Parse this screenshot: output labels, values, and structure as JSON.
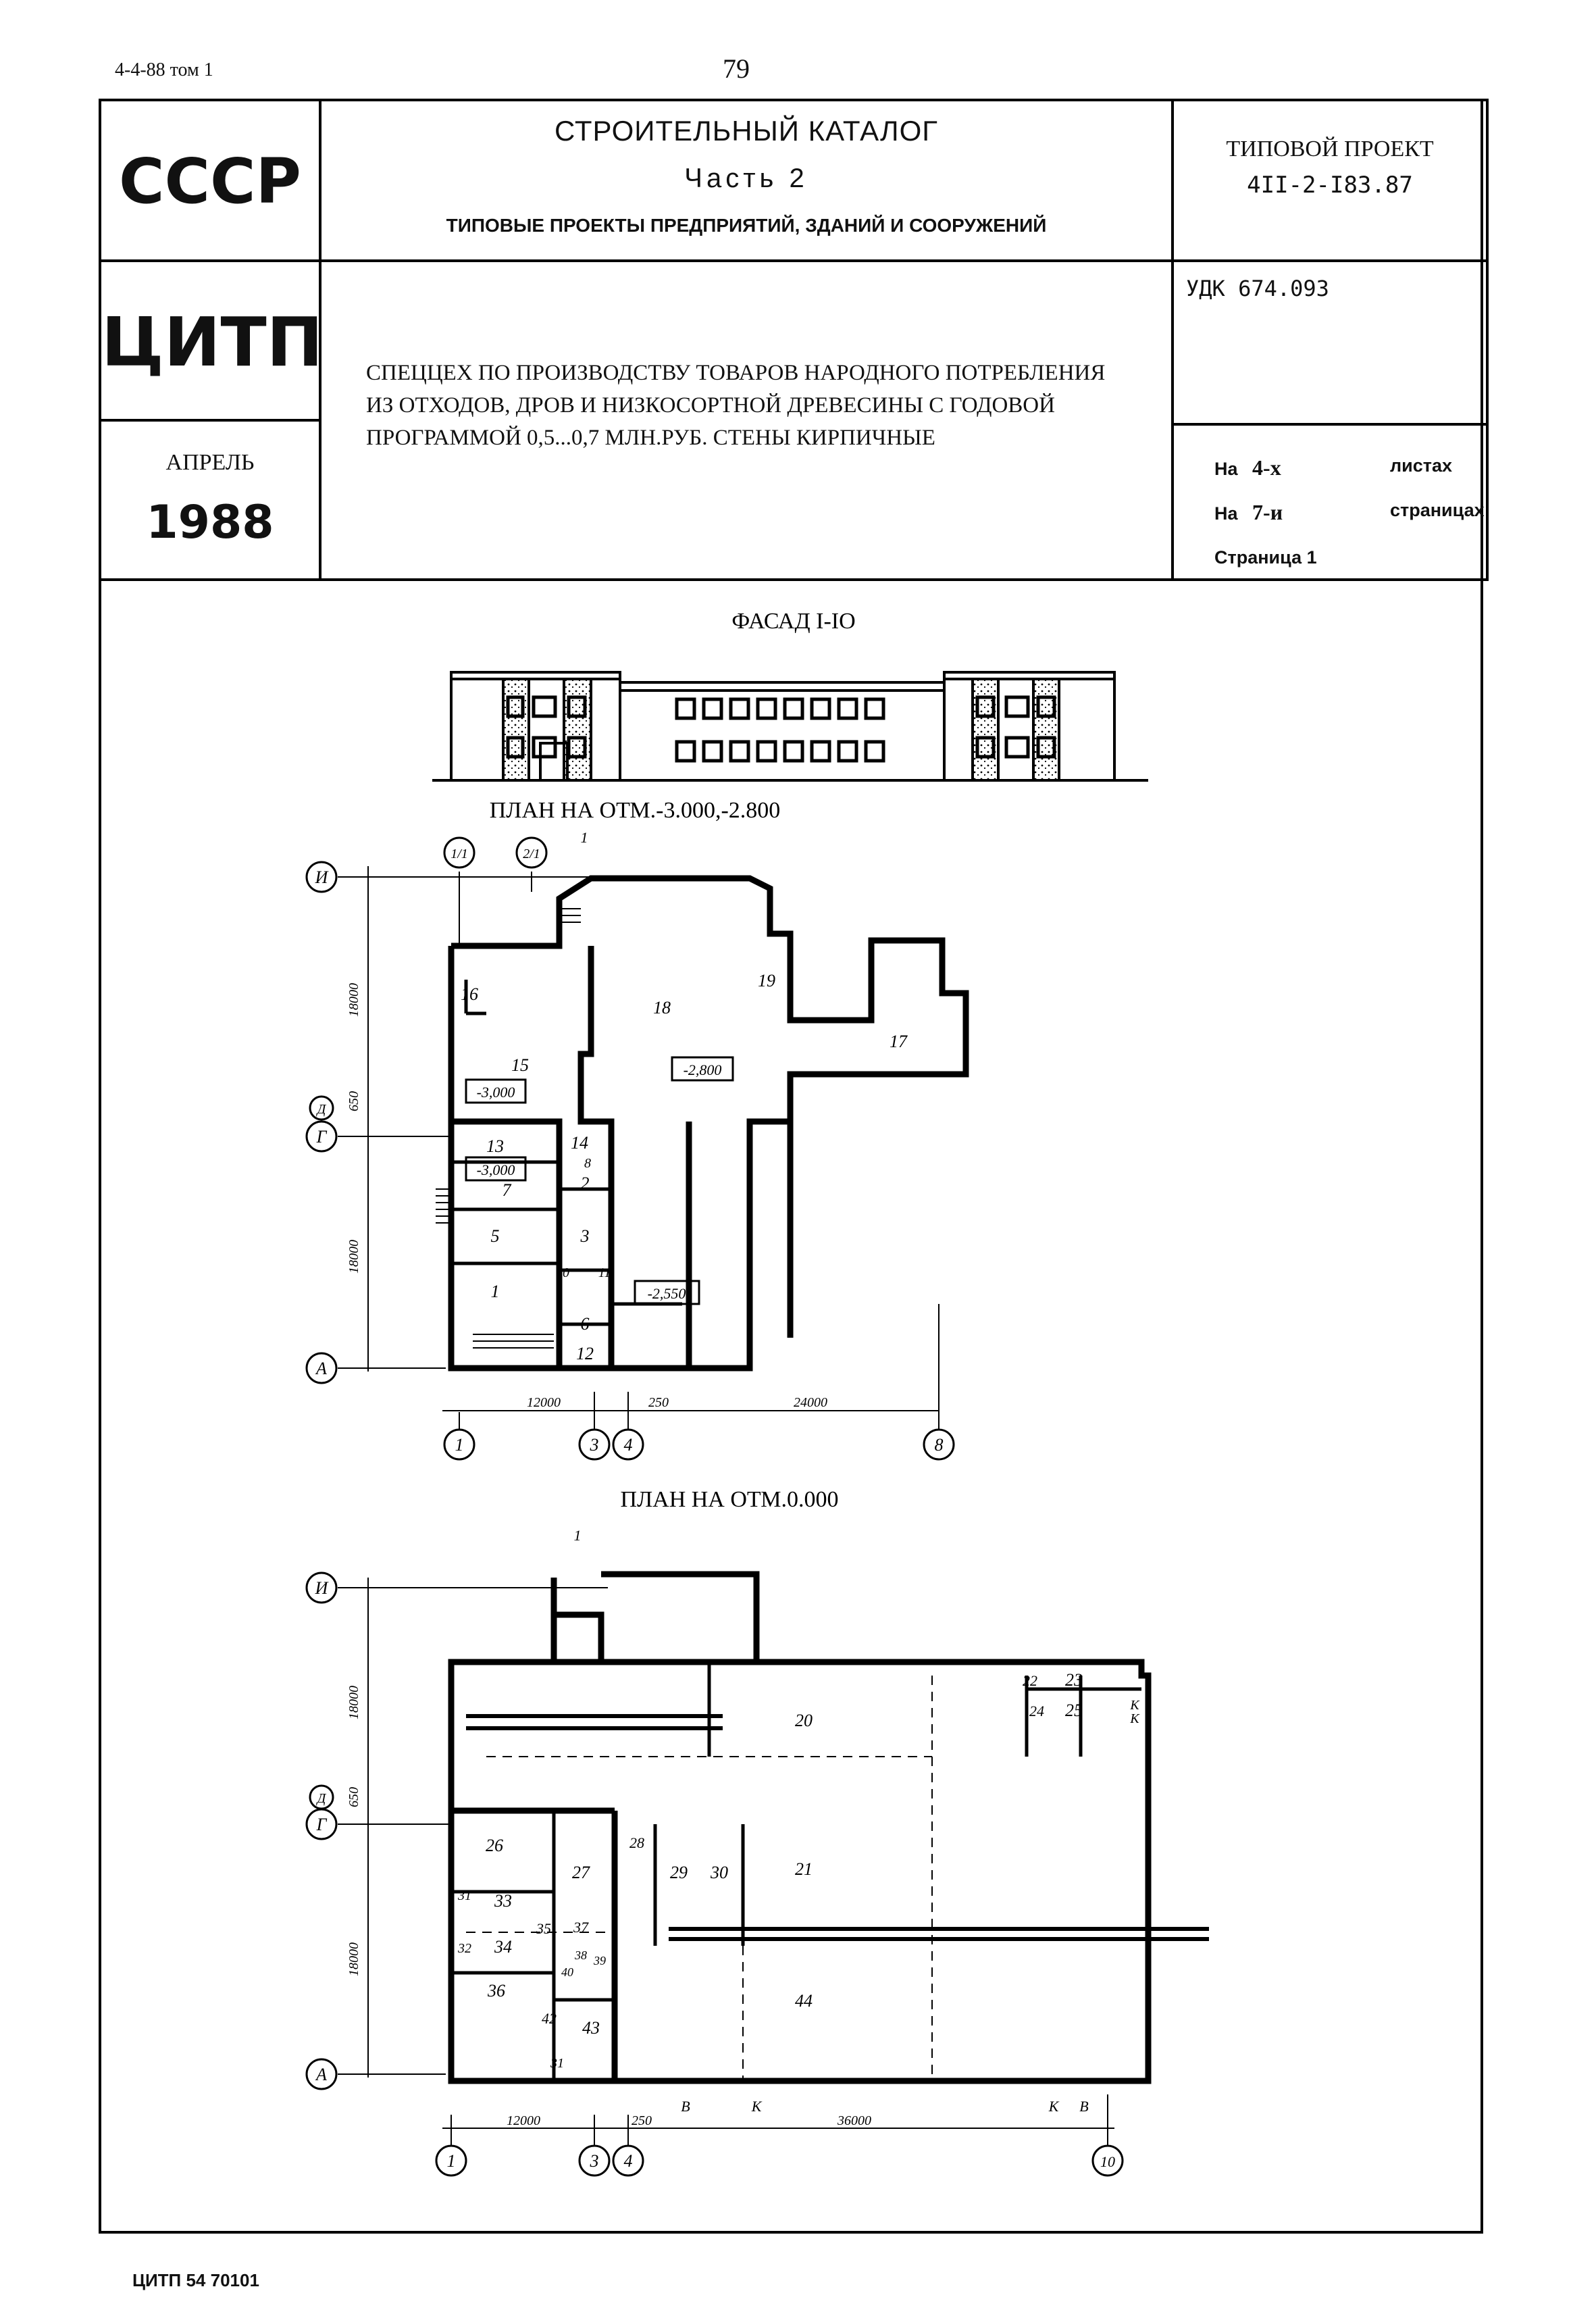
{
  "top": {
    "left": "4-4-88 том 1",
    "page_number": "79"
  },
  "stamp": {
    "org1": "СССР",
    "org2": "ЦИТП",
    "month": "АПРЕЛЬ",
    "year": "1988",
    "catalog_title": "СТРОИТЕЛЬНЫЙ КАТАЛОГ",
    "catalog_part": "Часть 2",
    "catalog_sub": "ТИПОВЫЕ ПРОЕКТЫ ПРЕДПРИЯТИЙ, ЗДАНИЙ И СООРУЖЕНИЙ",
    "project_label": "ТИПОВОЙ ПРОЕКТ",
    "project_code": "4II-2-I83.87",
    "udk": "УДК 674.093",
    "description_line1": "СПЕЦЦЕХ ПО ПРОИЗВОДСТВУ ТОВАРОВ НАРОДНОГО ПОТРЕБЛЕНИЯ",
    "description_line2": "ИЗ ОТХОДОВ, ДРОВ И НИЗКОСОРТНОЙ ДРЕВЕСИНЫ С ГОДОВОЙ",
    "description_line3": "ПРОГРАММОЙ 0,5...0,7 МЛН.РУБ. СТЕНЫ КИРПИЧНЫЕ",
    "sheets_prefix": "На",
    "sheets_value": "4-х",
    "sheets_label": "листах",
    "pages_prefix": "На",
    "pages_value": "7-и",
    "pages_label": "страницах",
    "page_label": "Страница 1"
  },
  "drawing": {
    "facade_title": "ФАСАД I-IO",
    "plan1_title": "ПЛАН НА ОТМ.-3.000,-2.800",
    "plan2_title": "ПЛАН НА ОТМ.0.000",
    "plan1": {
      "rows": [
        "И",
        "Д",
        "Г",
        "А"
      ],
      "cols": [
        "1",
        "3",
        "4",
        "8"
      ],
      "top_marks": [
        "1/1",
        "2/1"
      ],
      "dims_v": [
        "18000",
        "650",
        "18000"
      ],
      "dims_h": [
        "12000",
        "250",
        "24000"
      ],
      "rooms": [
        "1",
        "2",
        "3",
        "5",
        "6",
        "7",
        "12",
        "13",
        "14",
        "15",
        "16",
        "17",
        "18",
        "19",
        "10",
        "11",
        "8"
      ],
      "levels": [
        "-3,000",
        "-2,800",
        "-3,000",
        "-2,550"
      ],
      "section": "1"
    },
    "plan2": {
      "rows": [
        "И",
        "Д",
        "Г",
        "А"
      ],
      "cols": [
        "1",
        "3",
        "4",
        "10"
      ],
      "dims_v": [
        "18000",
        "650",
        "18000"
      ],
      "dims_h": [
        "12000",
        "250",
        "36000"
      ],
      "rooms": [
        "20",
        "21",
        "22",
        "23",
        "24",
        "25",
        "26",
        "27",
        "28",
        "29",
        "30",
        "31",
        "32",
        "33",
        "34",
        "35",
        "36",
        "37",
        "38",
        "39",
        "40",
        "42",
        "43",
        "44",
        "31"
      ],
      "markers": [
        "К",
        "К",
        "В",
        "К",
        "К",
        "В"
      ],
      "section": "1"
    }
  },
  "footer": {
    "code": "ЦИТП 54 70101"
  }
}
